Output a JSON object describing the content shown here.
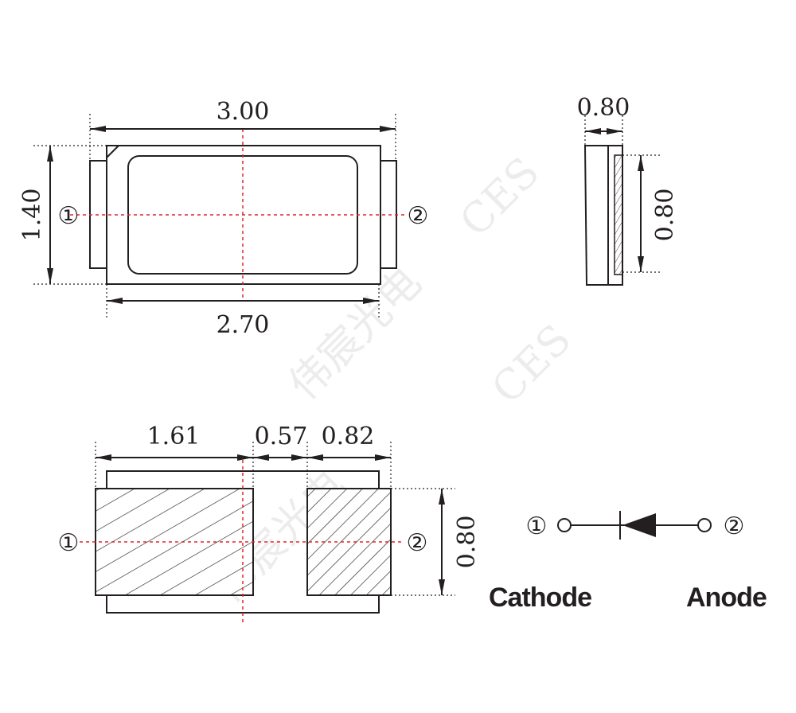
{
  "top_view": {
    "length": "3.00",
    "width": "1.40",
    "body_length": "2.70",
    "pin1": "①",
    "pin2": "②"
  },
  "side_view": {
    "thickness": "0.80",
    "pad_height": "0.80"
  },
  "footprint": {
    "pad1_length": "1.61",
    "gap": "0.57",
    "pad2_length": "0.82",
    "pad_height": "0.80",
    "pin1": "①",
    "pin2": "②"
  },
  "schematic": {
    "pin1": "①",
    "pin2": "②",
    "cathode_label": "Cathode",
    "anode_label": "Anode"
  },
  "watermark": {
    "brand": "CES",
    "chinese": "伟宸光电"
  },
  "colors": {
    "line": "#231f20",
    "centerline": "#e0262b"
  }
}
